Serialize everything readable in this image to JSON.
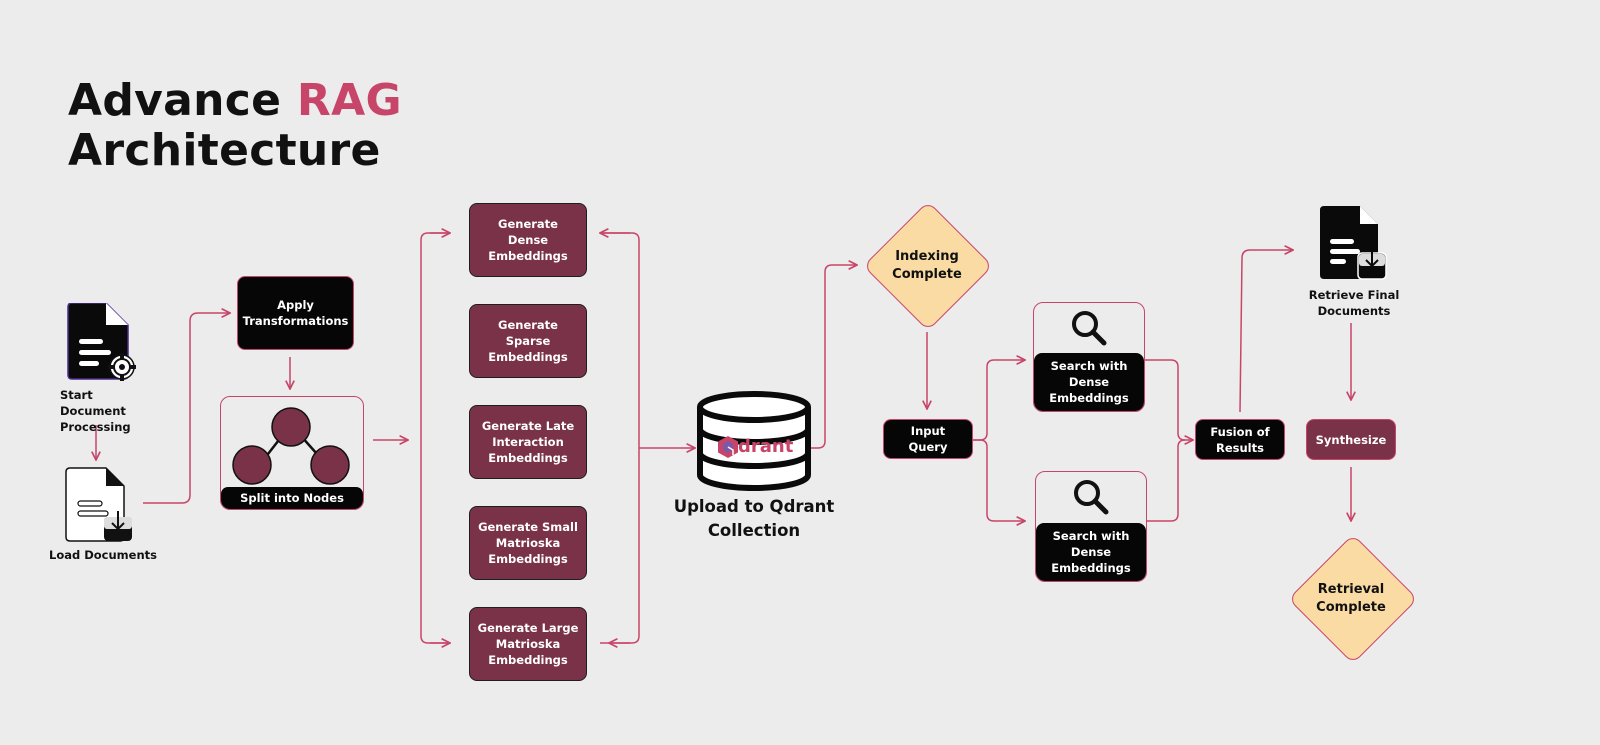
{
  "title": {
    "part1": "Advance",
    "accent": "RAG",
    "line2": "Architecture"
  },
  "colors": {
    "background": "#ececec",
    "maroon": "#7a3248",
    "accent": "#c8456a",
    "black": "#060606",
    "diamond": "#f9dba3"
  },
  "nodes": {
    "start": "Start Document Processing",
    "load": "Load Documents",
    "apply": "Apply Transformations",
    "split": "Split into Nodes",
    "dense": "Generate Dense Embeddings",
    "sparse": "Generate Sparse Embeddings",
    "late": "Generate Late Interaction Embeddings",
    "small": "Generate Small Matrioska Embeddings",
    "large": "Generate Large Matrioska Embeddings",
    "db_logo": "drant",
    "upload": "Upload to Qdrant Collection",
    "indexing": "Indexing Complete",
    "query": "Input Query",
    "search1": "Search with Dense Embeddings",
    "search2": "Search with Dense Embeddings",
    "fusion": "Fusion of Results",
    "retrieve": "Retrieve Final Documents",
    "synthesize": "Synthesize",
    "complete": "Retrieval Complete"
  },
  "icons": [
    "document-gear-icon",
    "document-download-icon",
    "node-graph-icon",
    "database-icon",
    "qdrant-logo-icon",
    "magnifier-icon",
    "document-download-icon"
  ]
}
